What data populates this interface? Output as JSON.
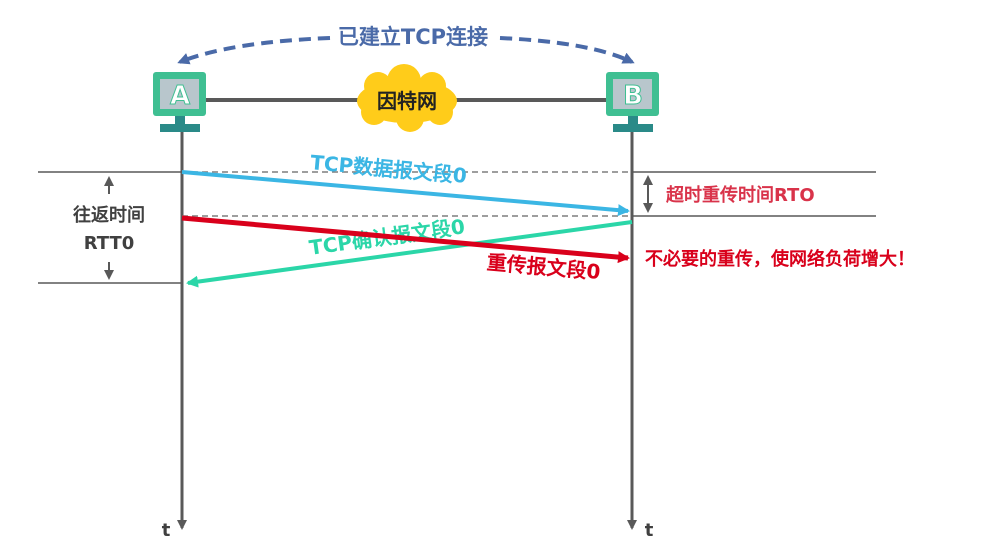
{
  "connection_label": "已建立TCP连接",
  "network_label": "因特网",
  "host_a": {
    "label": "A"
  },
  "host_b": {
    "label": "B"
  },
  "time_label_left": "t",
  "time_label_right": "t",
  "data_segment_label": "TCP数据报文段0",
  "ack_segment_label": "TCP确认报文段0",
  "retransmit_label": "重传报文段0",
  "rtt": {
    "line1": "往返时间",
    "line2": "RTT0"
  },
  "rto_label": "超时重传时间RTO",
  "warning_label": "不必要的重传，使网络负荷增大！",
  "colors": {
    "data_segment": "#3bb6e4",
    "ack_segment": "#2bd6a8",
    "retransmit": "#d9001b",
    "rto_text": "#d9334a",
    "timeline": "#595959",
    "host_green": "#3fbf92",
    "network_cloud": "#ffcc1a",
    "dashed_arc": "#4a6aa8"
  }
}
